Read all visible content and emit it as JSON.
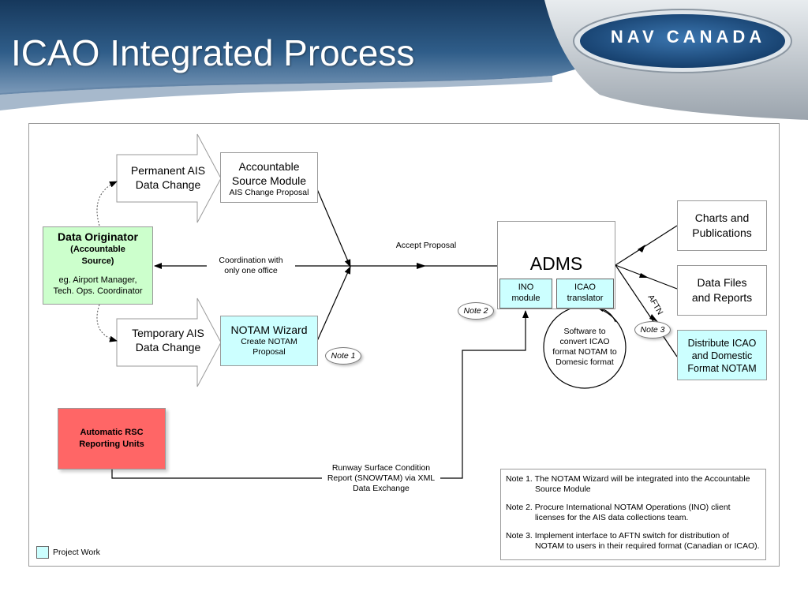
{
  "header": {
    "title": "ICAO Integrated Process",
    "logo_text": "NAV CANADA",
    "colors": {
      "band_dark": "#1f4a73",
      "band_light": "#6f8fb0",
      "silver": "#c9ced3"
    }
  },
  "colors": {
    "project_work": "#ccffff",
    "originator": "#ccffcc",
    "rsc": "#ff6666"
  },
  "nodes": {
    "permanent": {
      "line1": "Permanent AIS",
      "line2": "Data Change"
    },
    "temporary": {
      "line1": "Temporary AIS",
      "line2": "Data Change"
    },
    "accountable": {
      "line1": "Accountable",
      "line2": "Source Module",
      "sub": "AIS Change Proposal"
    },
    "notam_wizard": {
      "title": "NOTAM Wizard",
      "sub1": "Create NOTAM",
      "sub2": "Proposal"
    },
    "originator": {
      "title": "Data Originator",
      "sub1": "(Accountable",
      "sub2": "Source)",
      "desc1": "eg. Airport Manager,",
      "desc2": "Tech. Ops. Coordinator"
    },
    "adms": {
      "title": "ADMS"
    },
    "ino": {
      "line1": "INO",
      "line2": "module"
    },
    "icao_translator": {
      "line1": "ICAO",
      "line2": "translator"
    },
    "software": {
      "line1": "Software to",
      "line2": "convert ICAO",
      "line3": "format NOTAM to",
      "line4": "Domesic format"
    },
    "charts": {
      "line1": "Charts and",
      "line2": "Publications"
    },
    "datafiles": {
      "line1": "Data Files",
      "line2": "and Reports"
    },
    "distribute": {
      "line1": "Distribute ICAO",
      "line2": "and Domestic",
      "line3": "Format NOTAM"
    },
    "rsc": {
      "line1": "Automatic RSC",
      "line2": "Reporting Units"
    }
  },
  "labels": {
    "coordination1": "Coordination with",
    "coordination2": "only one office",
    "accept": "Accept Proposal",
    "aftn": "AFTN",
    "runway1": "Runway Surface Condition",
    "runway2": "Report (SNOWTAM) via XML",
    "runway3": "Data Exchange"
  },
  "note_bubbles": {
    "note1": "Note 1",
    "note2": "Note 2",
    "note3": "Note 3"
  },
  "notes": [
    "Note 1. The NOTAM Wizard will be integrated into the Accountable Source Module",
    "Note 2. Procure International NOTAM Operations (INO) client licenses for the AIS data collections team.",
    "Note 3. Implement interface to AFTN switch for distribution of NOTAM to users in their required format (Canadian or ICAO)."
  ],
  "legend": {
    "label": "Project Work"
  }
}
